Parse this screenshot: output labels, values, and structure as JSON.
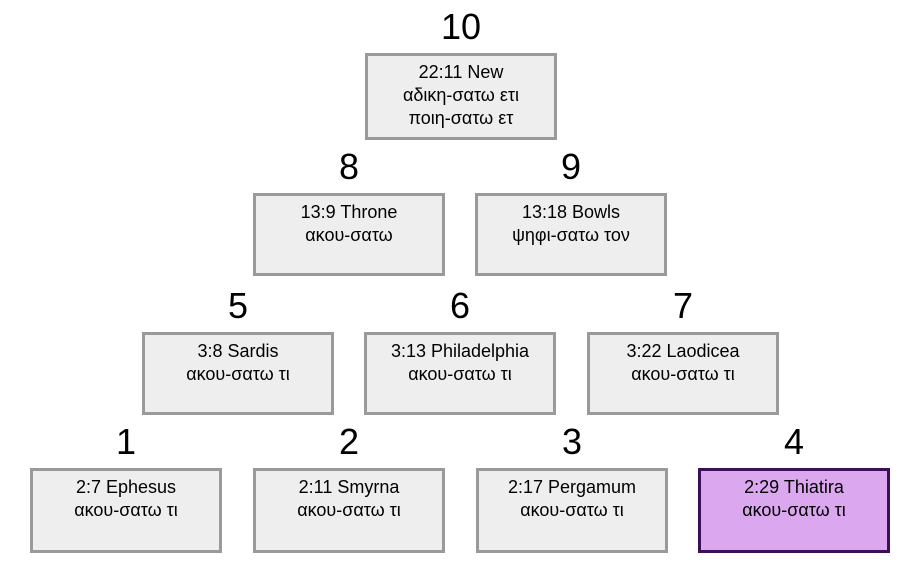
{
  "colors": {
    "background": "#ffffff",
    "box_fill": "#eeeeee",
    "box_border": "#9a9a9a",
    "highlight_fill": "#dba8ef",
    "highlight_border": "#3c1058",
    "text": "#000000"
  },
  "diagram": {
    "nodes": [
      {
        "number": "1",
        "lines": [
          "2:7 Ephesus",
          "ακου-σατω τι"
        ],
        "highlighted": false
      },
      {
        "number": "2",
        "lines": [
          "2:11 Smyrna",
          "ακου-σατω τι"
        ],
        "highlighted": false
      },
      {
        "number": "3",
        "lines": [
          "2:17 Pergamum",
          "ακου-σατω τι"
        ],
        "highlighted": false
      },
      {
        "number": "4",
        "lines": [
          "2:29 Thiatira",
          "ακου-σατω τι"
        ],
        "highlighted": true
      },
      {
        "number": "5",
        "lines": [
          "3:8 Sardis",
          "ακου-σατω τι"
        ],
        "highlighted": false
      },
      {
        "number": "6",
        "lines": [
          "3:13 Philadelphia",
          "ακου-σατω τι"
        ],
        "highlighted": false
      },
      {
        "number": "7",
        "lines": [
          "3:22 Laodicea",
          "ακου-σατω τι"
        ],
        "highlighted": false
      },
      {
        "number": "8",
        "lines": [
          "13:9 Throne",
          "ακου-σατω"
        ],
        "highlighted": false
      },
      {
        "number": "9",
        "lines": [
          "13:18 Bowls",
          "ψηφι-σατω τον"
        ],
        "highlighted": false
      },
      {
        "number": "10",
        "lines": [
          "22:11 New",
          "αδικη-σατω ετι",
          "ποιη-σατω ετ"
        ],
        "highlighted": false
      }
    ]
  }
}
